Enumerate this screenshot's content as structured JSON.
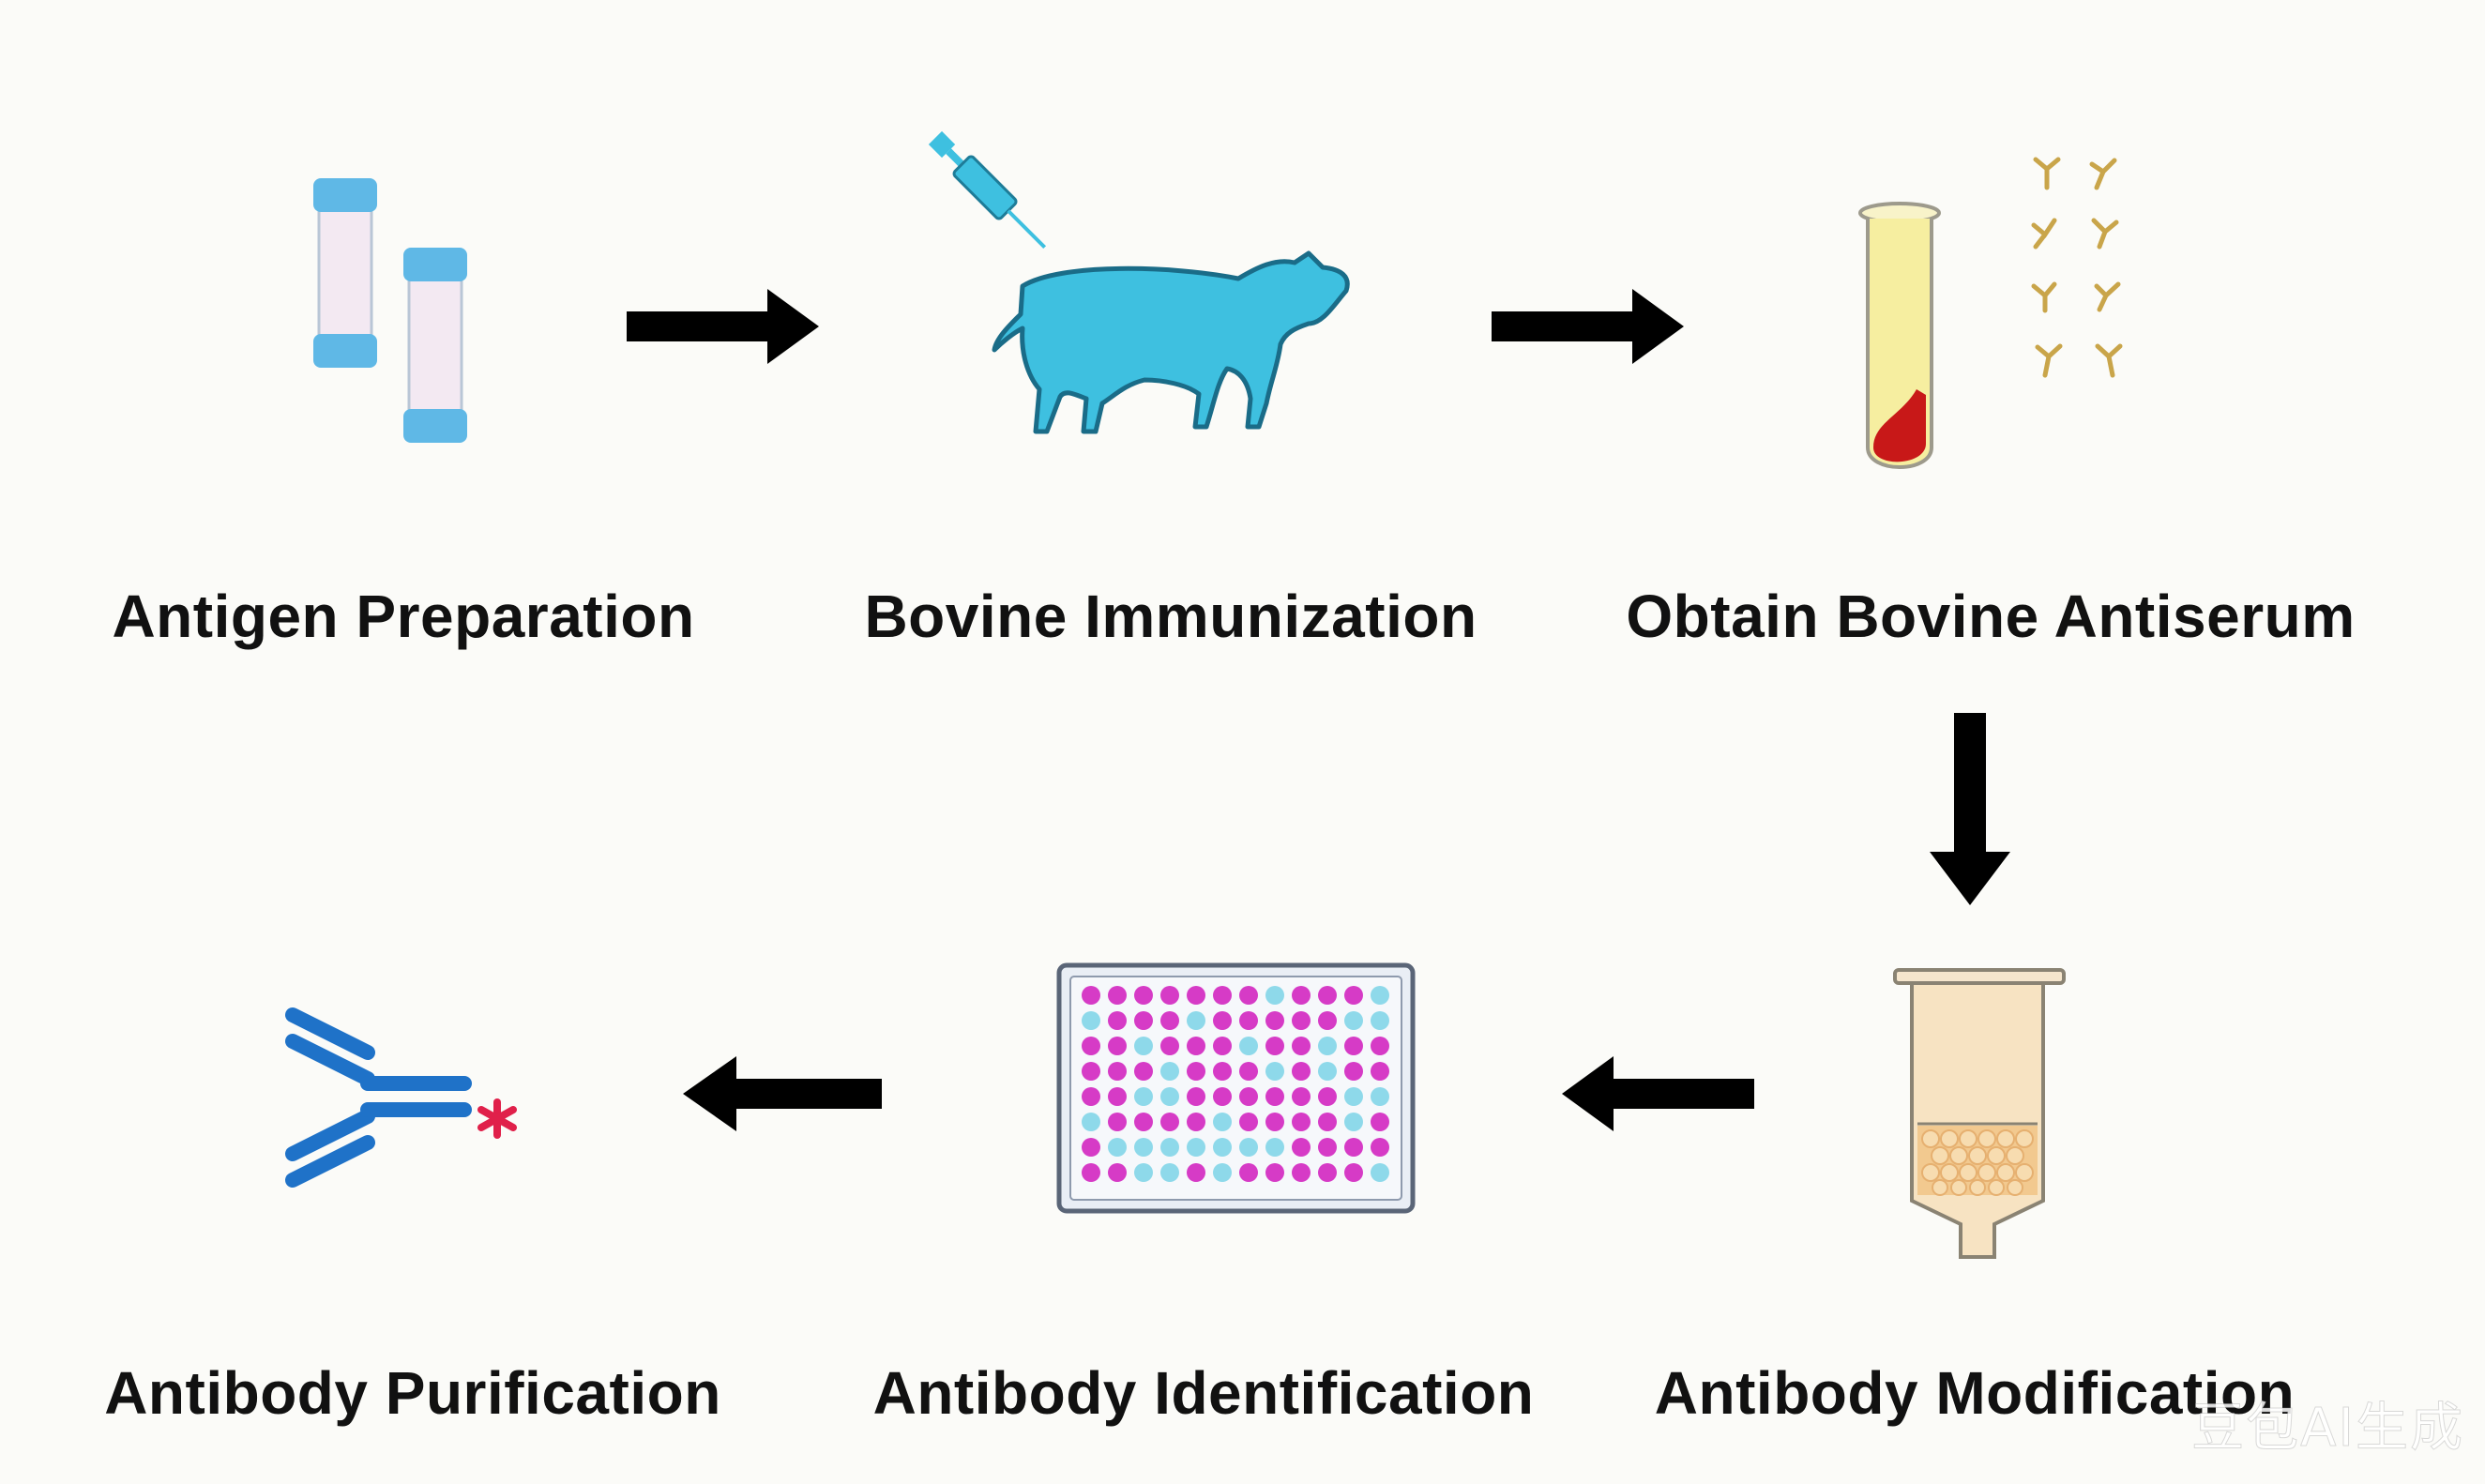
{
  "steps": [
    {
      "id": "antigen-preparation",
      "label": "Antigen Preparation"
    },
    {
      "id": "bovine-immunization",
      "label": "Bovine Immunization"
    },
    {
      "id": "obtain-bovine-antiserum",
      "label": "Obtain Bovine Antiserum"
    },
    {
      "id": "antibody-modification",
      "label": "Antibody Modification"
    },
    {
      "id": "antibody-identification",
      "label": "Antibody Identification"
    },
    {
      "id": "antibody-purification",
      "label": "Antibody Purification"
    }
  ],
  "icons": {
    "step1": "antigen-vials-icon",
    "step2": "syringe-icon + cow-icon",
    "step3": "blood-test-tube-icon + antibody-icons",
    "step4": "purification-column-icon",
    "step5": "well-plate-icon",
    "step6": "labeled-antibody-icon"
  },
  "colors": {
    "cyan": "#3ec0e0",
    "blue": "#1f72c8",
    "magenta": "#d63bc6",
    "light_cyan": "#8ed9ea",
    "red": "#c81818",
    "serum_yellow": "#f6eea0",
    "antibody_tan": "#c9a54a",
    "arrow": "#000000"
  },
  "watermark": "豆包AI生成"
}
